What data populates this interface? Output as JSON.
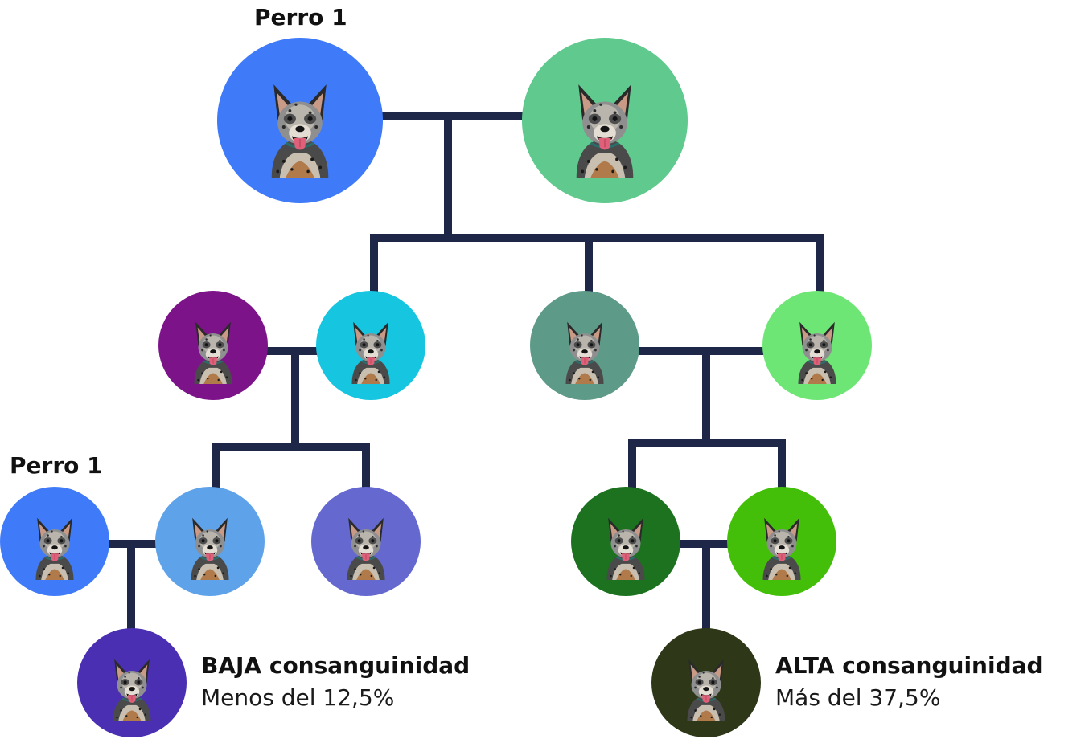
{
  "labels": {
    "top_dog": "Perro 1",
    "bottom_dog": "Perro 1",
    "low_title": "BAJA consanguinidad",
    "low_sub": "Menos del 12,5%",
    "high_title": "ALTA consanguinidad",
    "high_sub": "Más del 37,5%"
  },
  "colors": {
    "connector": "#1f2748",
    "dog1": "#3f7bf8",
    "gen1_partner": "#5fc98e",
    "left_parent_a": "#7c1389",
    "left_parent_b": "#16c5e0",
    "right_parent_a": "#5e9a88",
    "right_parent_b": "#6ee675",
    "sibling_light_blue": "#5ea2e9",
    "sibling_periwinkle": "#6468cf",
    "sibling_dark_green": "#1c721f",
    "sibling_lime": "#44bf09",
    "offspring_low": "#4b2fb2",
    "offspring_high": "#2e3818"
  },
  "nodes": [
    {
      "id": "dog1-top",
      "color_key": "dog1"
    },
    {
      "id": "partner-top",
      "color_key": "gen1_partner"
    },
    {
      "id": "gen2-purple",
      "color_key": "left_parent_a"
    },
    {
      "id": "gen2-cyan",
      "color_key": "left_parent_b"
    },
    {
      "id": "gen2-teal",
      "color_key": "right_parent_a"
    },
    {
      "id": "gen2-lightgreen",
      "color_key": "right_parent_b"
    },
    {
      "id": "dog1-bottom",
      "color_key": "dog1"
    },
    {
      "id": "gen3-lightblue",
      "color_key": "sibling_light_blue"
    },
    {
      "id": "gen3-periwinkle",
      "color_key": "sibling_periwinkle"
    },
    {
      "id": "gen3-darkgreen",
      "color_key": "sibling_dark_green"
    },
    {
      "id": "gen3-lime",
      "color_key": "sibling_lime"
    },
    {
      "id": "offspring-low",
      "color_key": "offspring_low"
    },
    {
      "id": "offspring-high",
      "color_key": "offspring_high"
    }
  ]
}
